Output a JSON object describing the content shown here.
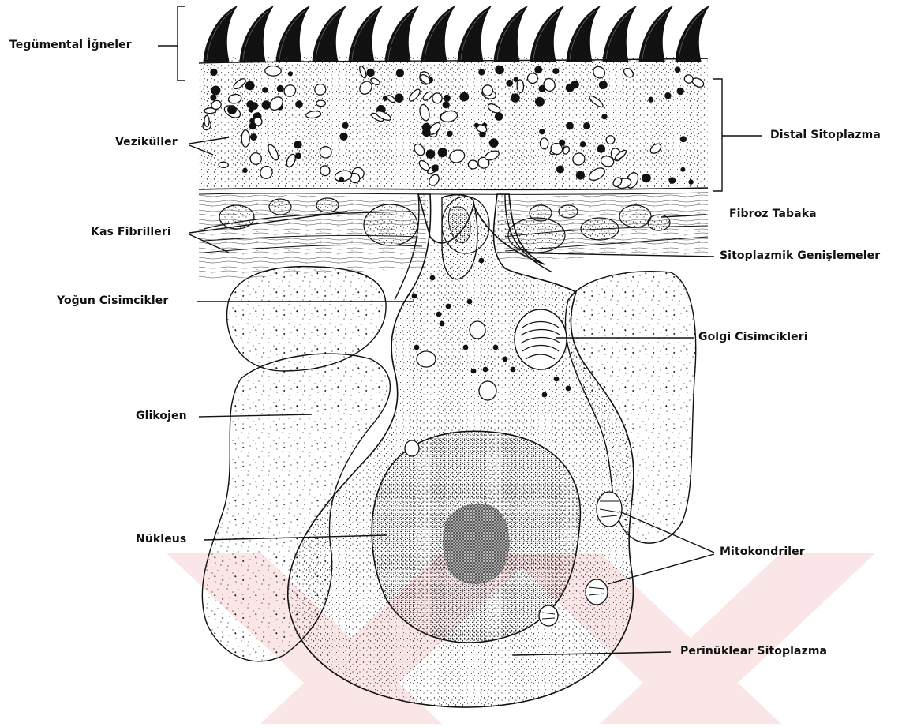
{
  "labels": {
    "tegumental_igneler": "Tegümental İğneler",
    "distal_sitoplazma": "Distal Sitoplazma",
    "vezikuller": "Veziküller",
    "fibroz_tabaka": "Fibroz Tabaka",
    "kas_fibrilleri": "Kas Fibrilleri",
    "sitoplazmik_genislemeler": "Sitoplazmik Genişlemeler",
    "yogun_cisimcikler": "Yoğun Cisimcikler",
    "golgi_cisimcikleri": "Golgi Cisimcikleri",
    "glikojen": "Glikojen",
    "nukleus": "Nükleus",
    "mitokondriler": "Mitokondriler",
    "perinuklear_sitoplazma": "Perinüklear Sitoplazma"
  },
  "colors": {
    "ink": "#111111",
    "watermark": "#e8a0a8"
  }
}
